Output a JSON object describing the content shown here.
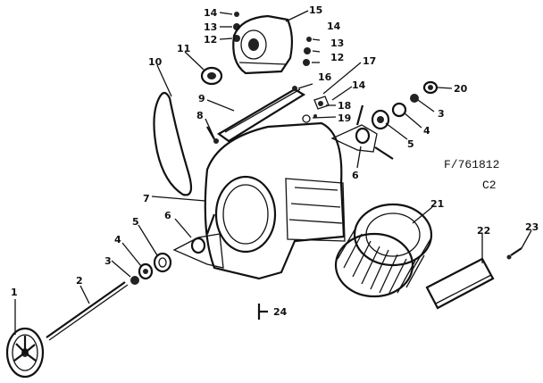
{
  "diagram": {
    "reference_code": "F/761812",
    "revision": "C2",
    "callouts": [
      {
        "id": "c1",
        "text": "1"
      },
      {
        "id": "c2",
        "text": "2"
      },
      {
        "id": "c3a",
        "text": "3"
      },
      {
        "id": "c4a",
        "text": "4"
      },
      {
        "id": "c5a",
        "text": "5"
      },
      {
        "id": "c6a",
        "text": "6"
      },
      {
        "id": "c7",
        "text": "7"
      },
      {
        "id": "c8",
        "text": "8"
      },
      {
        "id": "c9",
        "text": "9"
      },
      {
        "id": "c10",
        "text": "10"
      },
      {
        "id": "c11",
        "text": "11"
      },
      {
        "id": "c12a",
        "text": "12"
      },
      {
        "id": "c13a",
        "text": "13"
      },
      {
        "id": "c14a",
        "text": "14"
      },
      {
        "id": "c15",
        "text": "15"
      },
      {
        "id": "c14b",
        "text": "14"
      },
      {
        "id": "c13b",
        "text": "13"
      },
      {
        "id": "c12b",
        "text": "12"
      },
      {
        "id": "c16",
        "text": "16"
      },
      {
        "id": "c17",
        "text": "17"
      },
      {
        "id": "c14c",
        "text": "14"
      },
      {
        "id": "c18",
        "text": "18"
      },
      {
        "id": "c19",
        "text": "19"
      },
      {
        "id": "c20",
        "text": "20"
      },
      {
        "id": "c3b",
        "text": "3"
      },
      {
        "id": "c4b",
        "text": "4"
      },
      {
        "id": "c5b",
        "text": "5"
      },
      {
        "id": "c6b",
        "text": "6"
      },
      {
        "id": "c21",
        "text": "21"
      },
      {
        "id": "c22",
        "text": "22"
      },
      {
        "id": "c23",
        "text": "23"
      },
      {
        "id": "c24",
        "text": "24"
      }
    ]
  }
}
